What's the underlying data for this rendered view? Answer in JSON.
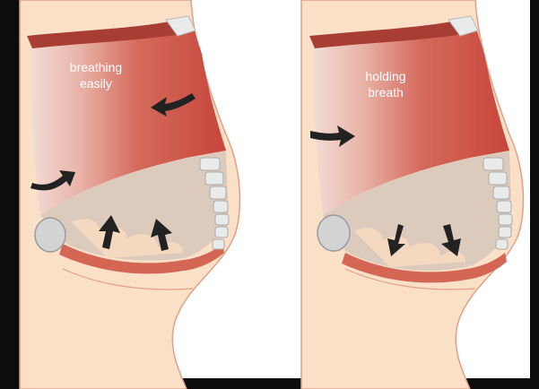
{
  "panels": [
    {
      "label_line1": "breathing",
      "label_line2": "easily",
      "state": "diaphragm-up"
    },
    {
      "label_line1": "holding",
      "label_line2": "breath",
      "state": "diaphragm-down"
    }
  ],
  "colors": {
    "skin": "#fbe0c8",
    "skin_outline": "#e39e86",
    "frame": "#111111",
    "muscle_light": "#ead0c8",
    "muscle_mid": "#d2675a",
    "muscle_dark": "#c5433b",
    "band": "#a83d33",
    "cavity": "#dccbbd",
    "diaphragm": "#d56555",
    "bone": "#d3d3d3",
    "bone_stroke": "#9a9a9a",
    "vertebra": "#e9eaea",
    "arrow": "#222222",
    "label_text": "#ffffff"
  },
  "icons": {
    "arrow": "black-curved-arrow",
    "pelvis": "grey-oval-bone",
    "spine": "white-vertebrae-column"
  }
}
